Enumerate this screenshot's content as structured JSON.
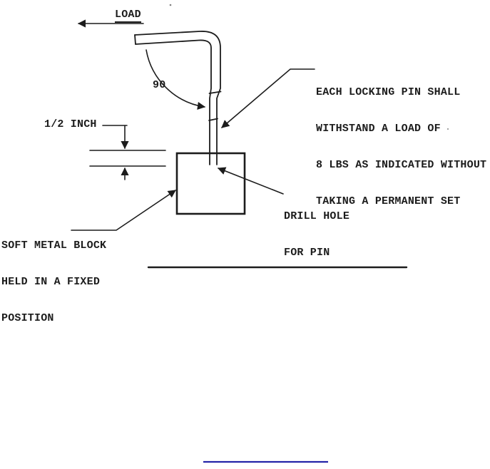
{
  "labels": {
    "load": "LOAD",
    "angle": "90",
    "dimension": "1/2 INCH"
  },
  "notes": {
    "locking_pin": {
      "line1": "EACH LOCKING PIN SHALL",
      "line2": "WITHSTAND A LOAD OF",
      "line3": "8 LBS AS INDICATED WITHOUT",
      "line4": "TAKING A PERMANENT SET"
    },
    "drill_hole": {
      "line1": "DRILL HOLE",
      "line2": "FOR PIN"
    },
    "metal_block": {
      "line1": "SOFT METAL BLOCK",
      "line2": "HELD IN A FIXED",
      "line3": "POSITION"
    }
  },
  "colors": {
    "ink": "#1c1c1c",
    "divider_blue": "#2424a8"
  }
}
